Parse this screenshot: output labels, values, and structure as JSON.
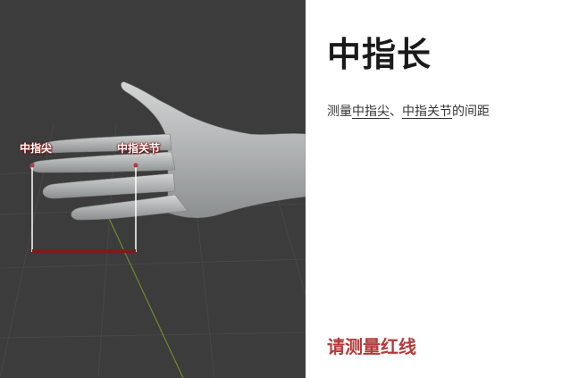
{
  "viewport": {
    "label_tip": "中指尖",
    "label_joint": "中指关节"
  },
  "panel": {
    "title": "中指长",
    "desc_prefix": "测量",
    "desc_term1": "中指尖",
    "desc_sep": "、",
    "desc_term2": "中指关节",
    "desc_suffix": "的间距",
    "cta": "请测量红线"
  },
  "colors": {
    "viewport_bg": "#3c3c3c",
    "accent_red": "#b23b3b",
    "measure_line": "#7a1c1c"
  }
}
